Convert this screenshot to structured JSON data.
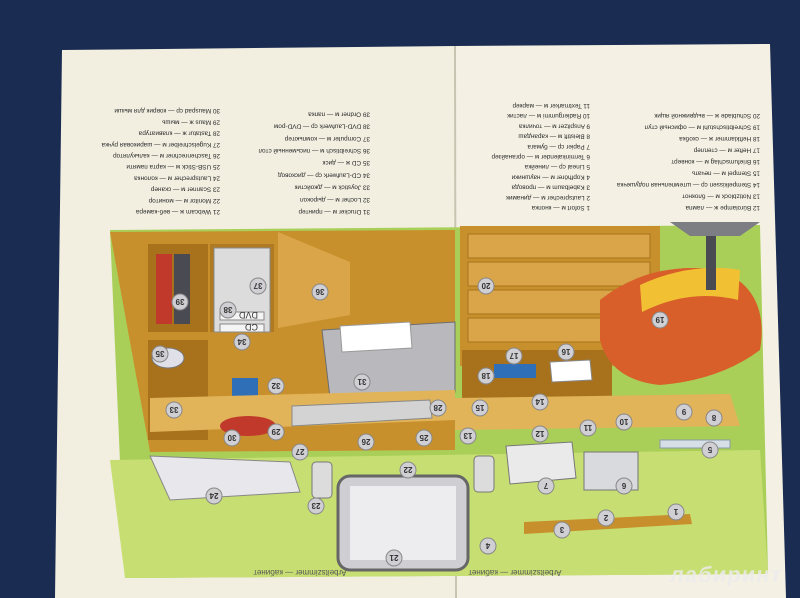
{
  "book": {
    "left_page_footer": "Arbeitszimmer — кабинет",
    "right_page_footer": "Arbeitszimmer — кабинет"
  },
  "vocabulary": [
    {
      "n": 1,
      "de": "1 Sofort м — кнопка"
    },
    {
      "n": 2,
      "de": "2 Lautsprecher м — динамик"
    },
    {
      "n": 3,
      "de": "3 Kabelbaum м — провода"
    },
    {
      "n": 4,
      "de": "4 Kopfhörer м — наушники"
    },
    {
      "n": 5,
      "de": "5 Lineal ср — линейка"
    },
    {
      "n": 6,
      "de": "6 Terminkalender м — органайзер"
    },
    {
      "n": 7,
      "de": "7 Papier ср — бумага"
    },
    {
      "n": 8,
      "de": "8 Bleistift м — карандаш"
    },
    {
      "n": 9,
      "de": "9 Anspitzer м — точилка"
    },
    {
      "n": 10,
      "de": "10 Radiergummi м — ластик"
    },
    {
      "n": 11,
      "de": "11 Textmarker м — маркер"
    },
    {
      "n": 12,
      "de": "12 Bürolampe ж — лампа"
    },
    {
      "n": 13,
      "de": "13 Notizblock м — блокнот"
    },
    {
      "n": 14,
      "de": "14 Stempelkissen ср — штемпельная подушечка"
    },
    {
      "n": 15,
      "de": "15 Stempel м — печать"
    },
    {
      "n": 16,
      "de": "16 Briefumschlag м — конверт"
    },
    {
      "n": 17,
      "de": "17 Hefter м — степлер"
    },
    {
      "n": 18,
      "de": "18 Heftklammer ж — скобка"
    },
    {
      "n": 19,
      "de": "19 Schreibtischstuhl м — офисный стул"
    },
    {
      "n": 20,
      "de": "20 Schublade ж — выдвижной ящик"
    },
    {
      "n": 21,
      "de": "21 Webcam ж — веб-камера"
    },
    {
      "n": 22,
      "de": "22 Monitor м — монитор"
    },
    {
      "n": 23,
      "de": "23 Scanner м — сканер"
    },
    {
      "n": 24,
      "de": "24 Lautsprecher м — колонка"
    },
    {
      "n": 25,
      "de": "25 USB-Stick м — карта памяти"
    },
    {
      "n": 26,
      "de": "26 Taschenrechner м — калькулятор"
    },
    {
      "n": 27,
      "de": "27 Kugelschreiber м — шариковая ручка"
    },
    {
      "n": 28,
      "de": "28 Tastatur ж — клавиатура"
    },
    {
      "n": 29,
      "de": "29 Maus ж — мышь"
    },
    {
      "n": 30,
      "de": "30 Mauspad ср — коврик для мыши"
    },
    {
      "n": 31,
      "de": "31 Drucker м — принтер"
    },
    {
      "n": 32,
      "de": "32 Locher м — дырокол"
    },
    {
      "n": 33,
      "de": "33 Joystick м — джойстик"
    },
    {
      "n": 34,
      "de": "34 CD-Laufwerk ср — дисковод"
    },
    {
      "n": 35,
      "de": "35 CD ж — диск"
    },
    {
      "n": 36,
      "de": "36 Schreibtisch м — письменный стол"
    },
    {
      "n": 37,
      "de": "37 Computer м — компьютер"
    },
    {
      "n": 38,
      "de": "38 DVD-Laufwerk ср — DVD-ром"
    },
    {
      "n": 39,
      "de": "39 Ordner м — папка"
    }
  ],
  "illustration_numbers": [
    "1",
    "2",
    "3",
    "4",
    "5",
    "6",
    "7",
    "8",
    "9",
    "10",
    "11",
    "12",
    "13",
    "14",
    "15",
    "16",
    "17",
    "18",
    "19",
    "20",
    "21",
    "22",
    "23",
    "24",
    "25",
    "26",
    "27",
    "28",
    "29",
    "30",
    "31",
    "32",
    "33",
    "34",
    "35",
    "36",
    "37",
    "38",
    "39"
  ],
  "device_labels": {
    "cd": "CD",
    "dvd": "DVD"
  },
  "watermark": "лабиринт"
}
